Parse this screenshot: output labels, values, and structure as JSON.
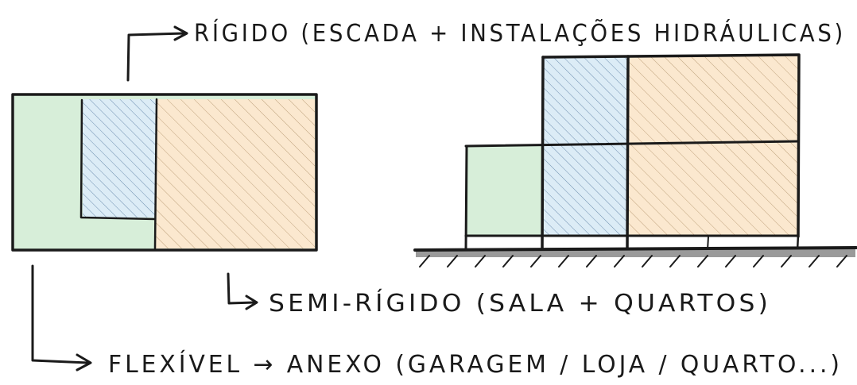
{
  "labels": {
    "rigid": "RÍGIDO (ESCADA + INSTALAÇÕES HIDRÁULICAS)",
    "semi_rigid": "SEMI-RÍGIDO (SALA + QUARTOS)",
    "flexible": "FLEXÍVEL → ANEXO (GARAGEM / LOJA / QUARTO...)"
  },
  "zones": {
    "rigid": {
      "color": "#dcecf6",
      "hatch": "#6f8fb0"
    },
    "semi_rigid": {
      "color": "#fbe8cf",
      "hatch": "#b89a74"
    },
    "flexible": {
      "color": "#d7eed9"
    }
  }
}
